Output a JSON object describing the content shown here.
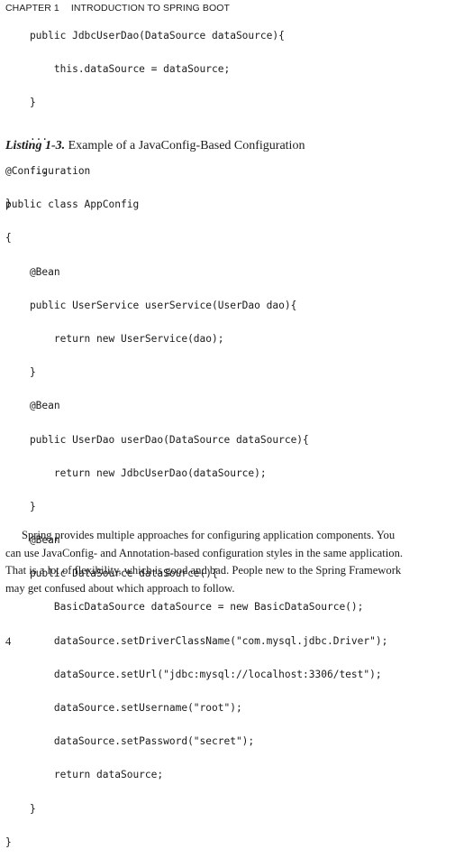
{
  "header": {
    "chapter": "CHAPTER 1",
    "title": "INTRODUCTION TO SPRING BOOT"
  },
  "code_top": [
    "    public JdbcUserDao(DataSource dataSource){",
    "        this.dataSource = dataSource;",
    "    }",
    "    ...",
    "    ...",
    "}"
  ],
  "listing": {
    "number": "Listing 1-3.",
    "title": "Example of a JavaConfig-Based Configuration"
  },
  "code_listing": [
    "@Configuration",
    "public class AppConfig",
    "{",
    "    @Bean",
    "    public UserService userService(UserDao dao){",
    "        return new UserService(dao);",
    "    }",
    "    @Bean",
    "    public UserDao userDao(DataSource dataSource){",
    "        return new JdbcUserDao(dataSource);",
    "    }",
    "    @Bean",
    "    public DataSource dataSource(){",
    "        BasicDataSource dataSource = new BasicDataSource();",
    "        dataSource.setDriverClassName(\"com.mysql.jdbc.Driver\");",
    "        dataSource.setUrl(\"jdbc:mysql://localhost:3306/test\");",
    "        dataSource.setUsername(\"root\");",
    "        dataSource.setPassword(\"secret\");",
    "        return dataSource;",
    "    }",
    "}"
  ],
  "paragraph_lines": [
    "Spring provides multiple approaches for configuring application components. You",
    "can use JavaConfig- and Annotation-based configuration styles in the same application.",
    "That is a lot of flexibility, which is good and bad. People new to the Spring Framework",
    "may get confused about which approach to follow."
  ],
  "page_number": "4"
}
